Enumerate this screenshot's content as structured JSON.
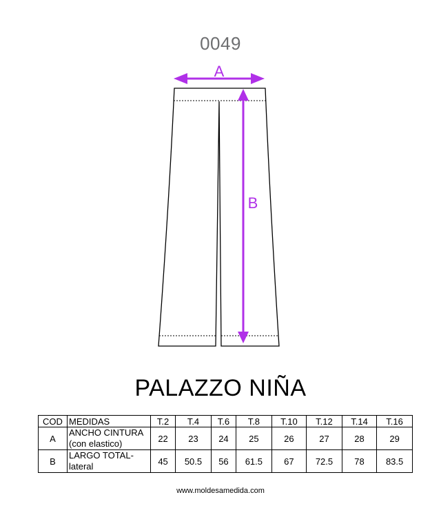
{
  "pattern_code": "0049",
  "title": "PALAZZO NIÑA",
  "measure_labels": {
    "a": "A",
    "b": "B"
  },
  "colors": {
    "measure_arrow": "#b030e8",
    "line": "#000000",
    "code_text": "#6d6e70"
  },
  "table": {
    "headers": [
      "COD",
      "MEDIDAS",
      "T.2",
      "T.4",
      "T.6",
      "T.8",
      "T.10",
      "T.12",
      "T.14",
      "T.16"
    ],
    "rows": [
      {
        "cod": "A",
        "medida_line1": "ANCHO CINTURA",
        "medida_line2": "(con elastico)",
        "values": [
          "22",
          "23",
          "24",
          "25",
          "26",
          "27",
          "28",
          "29"
        ]
      },
      {
        "cod": "B",
        "medida_line1": "LARGO TOTAL-",
        "medida_line2": "lateral",
        "values": [
          "45",
          "50.5",
          "56",
          "61.5",
          "67",
          "72.5",
          "78",
          "83.5"
        ]
      }
    ]
  },
  "footer_url": "www.moldesamedida.com"
}
